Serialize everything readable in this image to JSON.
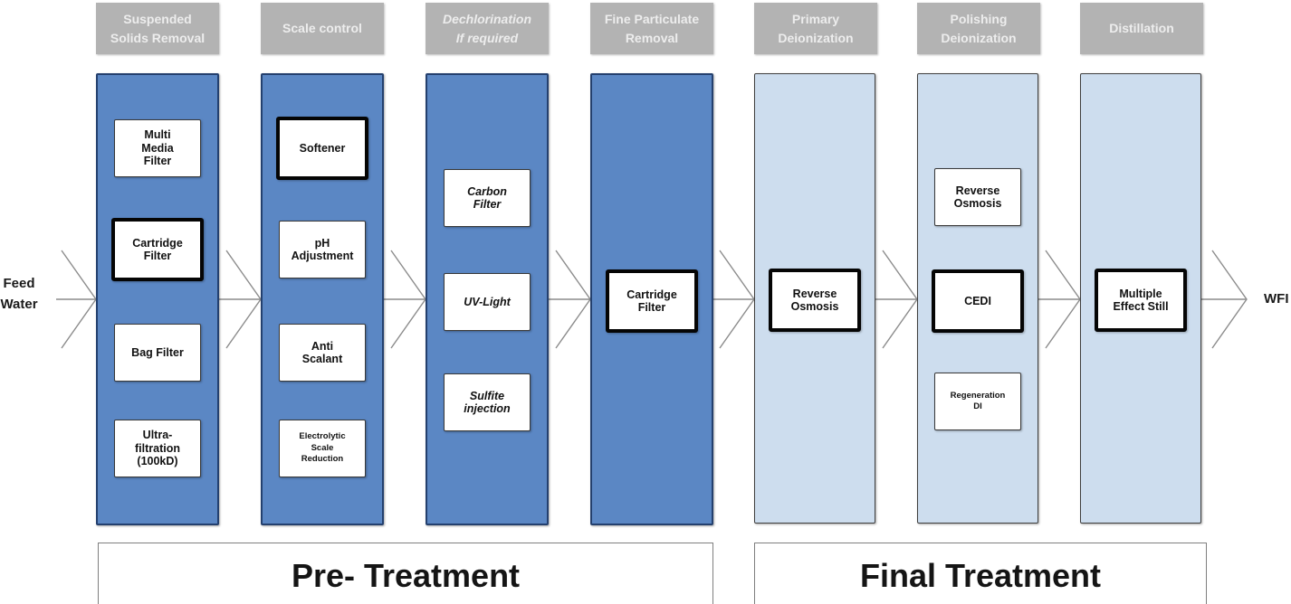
{
  "colors": {
    "column_dark": "#5b87c4",
    "column_dark_border": "#24406e",
    "column_light": "#cdddee",
    "column_light_border": "#3f3f3f",
    "header_bg": "#b3b3b3",
    "header_text": "#ededed",
    "arrow": "#8c8c8c",
    "box_border_thin": "#383838",
    "box_border_thick": "#050505",
    "group_border": "#7f7f7f"
  },
  "feed_label": "Feed\nWater",
  "output_label": "WFI",
  "groups": [
    {
      "label": "Pre- Treatment"
    },
    {
      "label": "Final Treatment"
    }
  ],
  "columns": [
    {
      "id": "suspended-solids-removal",
      "header": "Suspended\nSolids Removal",
      "header_style": "normal",
      "tone": "dark",
      "items": [
        {
          "label": "Multi\nMedia\nFilter",
          "border": "thin",
          "style": "normal",
          "size": "normal"
        },
        {
          "label": "Cartridge\nFilter",
          "border": "thick",
          "style": "normal",
          "size": "normal"
        },
        {
          "label": "Bag Filter",
          "border": "thin",
          "style": "normal",
          "size": "normal"
        },
        {
          "label": "Ultra-\nfiltration\n(100kD)",
          "border": "thin",
          "style": "normal",
          "size": "normal"
        }
      ]
    },
    {
      "id": "scale-control",
      "header": "Scale control",
      "header_style": "normal",
      "tone": "dark",
      "items": [
        {
          "label": "Softener",
          "border": "thick",
          "style": "normal",
          "size": "normal"
        },
        {
          "label": "pH\nAdjustment",
          "border": "thin",
          "style": "normal",
          "size": "normal"
        },
        {
          "label": "Anti\nScalant",
          "border": "thin",
          "style": "normal",
          "size": "normal"
        },
        {
          "label": "Electrolytic\nScale\nReduction",
          "border": "thin",
          "style": "normal",
          "size": "small"
        }
      ]
    },
    {
      "id": "dechlorination",
      "header": "Dechlorination\nIf required",
      "header_style": "italic",
      "tone": "dark",
      "items": [
        {
          "label": "Carbon\nFilter",
          "border": "thin",
          "style": "italic",
          "size": "normal"
        },
        {
          "label": "UV-Light",
          "border": "thin",
          "style": "italic",
          "size": "normal"
        },
        {
          "label": "Sulfite\ninjection",
          "border": "thin",
          "style": "italic",
          "size": "normal"
        }
      ]
    },
    {
      "id": "fine-particulate-removal",
      "header": "Fine Particulate\nRemoval",
      "header_style": "normal",
      "tone": "dark",
      "items": [
        {
          "label": "Cartridge\nFilter",
          "border": "thick",
          "style": "normal",
          "size": "normal"
        }
      ]
    },
    {
      "id": "primary-deionization",
      "header": "Primary\nDeionization",
      "header_style": "normal",
      "tone": "light",
      "items": [
        {
          "label": "Reverse\nOsmosis",
          "border": "thick",
          "style": "normal",
          "size": "normal"
        }
      ]
    },
    {
      "id": "polishing-deionization",
      "header": "Polishing\nDeionization",
      "header_style": "normal",
      "tone": "light",
      "items": [
        {
          "label": "Reverse\nOsmosis",
          "border": "thin",
          "style": "normal",
          "size": "normal"
        },
        {
          "label": "CEDI",
          "border": "thick",
          "style": "normal",
          "size": "normal"
        },
        {
          "label": "Regeneration\nDI",
          "border": "thin",
          "style": "normal",
          "size": "small"
        }
      ]
    },
    {
      "id": "distillation",
      "header": "Distillation",
      "header_style": "normal",
      "tone": "light",
      "items": [
        {
          "label": "Multiple\nEffect Still",
          "border": "thick",
          "style": "normal",
          "size": "normal"
        }
      ]
    }
  ]
}
